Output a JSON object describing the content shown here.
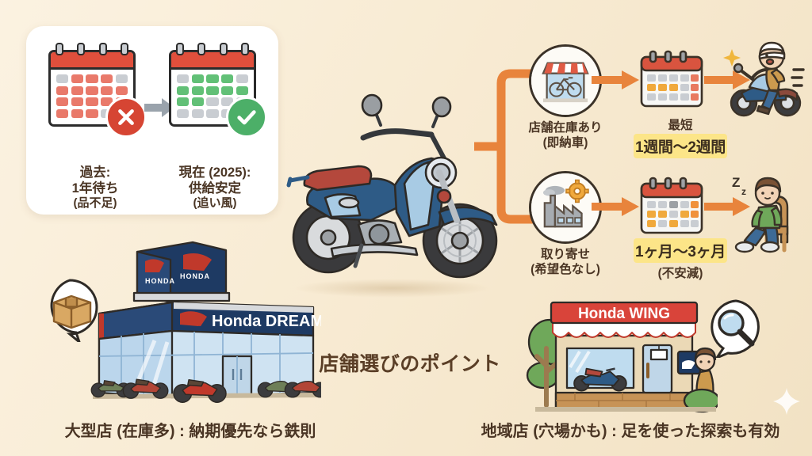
{
  "background": {
    "base_color": "#F8EBD3",
    "accent_orange": "#E8843C",
    "text_brown": "#4A3524"
  },
  "past_now_card": {
    "past": {
      "calendar_icon": "calendar-icon",
      "status_badge_icon": "cross-badge-icon",
      "line1": "過去:",
      "line2": "1年待ち",
      "line3": "(品不足)"
    },
    "transition_icon": "right-arrow-icon",
    "now": {
      "calendar_icon": "calendar-icon",
      "status_badge_icon": "check-badge-icon",
      "line1": "現在 (2025):",
      "line2": "供給安定",
      "line3": "(追い風)"
    }
  },
  "center": {
    "bike_illustration": "honda-super-cub-illustration",
    "headline": "店舗選びのポイント"
  },
  "flow": {
    "branches": [
      {
        "id": "in-stock",
        "node_icon": "storefront-bicycle-icon",
        "node_label_line1": "店舗在庫あり",
        "node_label_line2": "(即納車)",
        "calendar_icon": "calendar-icon",
        "duration_prefix": "最短",
        "duration": "1週間〜2週間",
        "duration_highlight_color": "#FCE588",
        "result_icon": "happy-rider-icon",
        "sub_note": ""
      },
      {
        "id": "back-order",
        "node_icon": "factory-gear-icon",
        "node_label_line1": "取り寄せ",
        "node_label_line2": "(希望色なし)",
        "calendar_icon": "calendar-icon",
        "duration_prefix": "",
        "duration": "1ヶ月〜3ヶ月",
        "duration_highlight_color": "#FCE588",
        "result_icon": "waiting-person-seated-icon",
        "sub_note": "(不安減)"
      }
    ]
  },
  "dealers": {
    "large": {
      "sign_text": "Honda DREAM",
      "sign_logo": "honda-wing-logo-icon",
      "bubble_icon": "cardboard-box-icon",
      "caption": "大型店 (在庫多) : 納期優先なら鉄則"
    },
    "local": {
      "sign_text": "Honda WING",
      "sign_logo": "honda-wing-logo-icon",
      "bubble_icon": "magnifier-icon",
      "caption": "地域店 (穴場かも) : 足を使った探索も有効"
    }
  }
}
